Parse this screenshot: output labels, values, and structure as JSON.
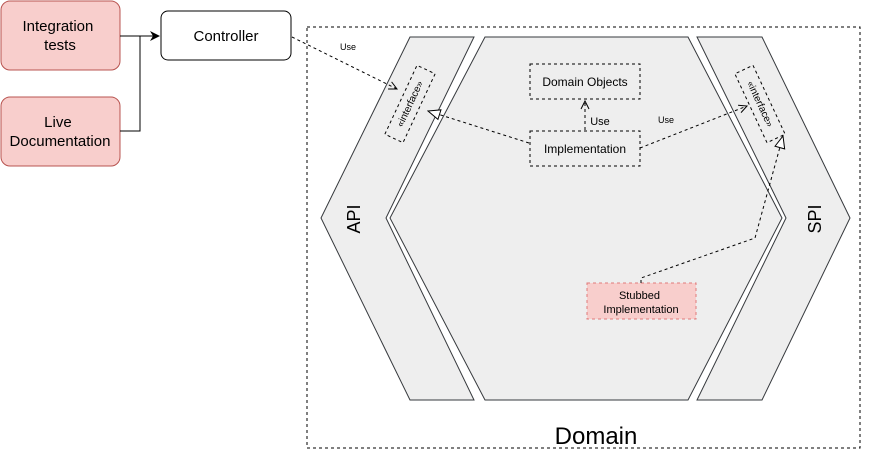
{
  "nodes": {
    "integration_tests": "Integration tests",
    "integration_tests_lines": [
      "Integration",
      "tests"
    ],
    "live_documentation": "Live Documentation",
    "live_documentation_lines": [
      "Live",
      "Documentation"
    ],
    "controller": "Controller",
    "domain_objects": "Domain Objects",
    "implementation": "Implementation",
    "stubbed_implementation": "Stubbed Implementation",
    "stubbed_implementation_lines": [
      "Stubbed",
      "Implementation"
    ],
    "api_interface": "«interface»",
    "spi_interface": "«interface»"
  },
  "regions": {
    "domain": "Domain",
    "api": "API",
    "spi": "SPI"
  },
  "edges": {
    "controller_to_api": "Use",
    "impl_to_domain_objects": "Use",
    "impl_to_spi": "Use"
  },
  "colors": {
    "test_fill": "#f8cecc",
    "test_stroke": "#b85450",
    "hex_fill": "#eeeeee",
    "hex_stroke": "#36393d",
    "stub_fill": "#f8cecc",
    "stub_stroke": "#e07a7a"
  }
}
